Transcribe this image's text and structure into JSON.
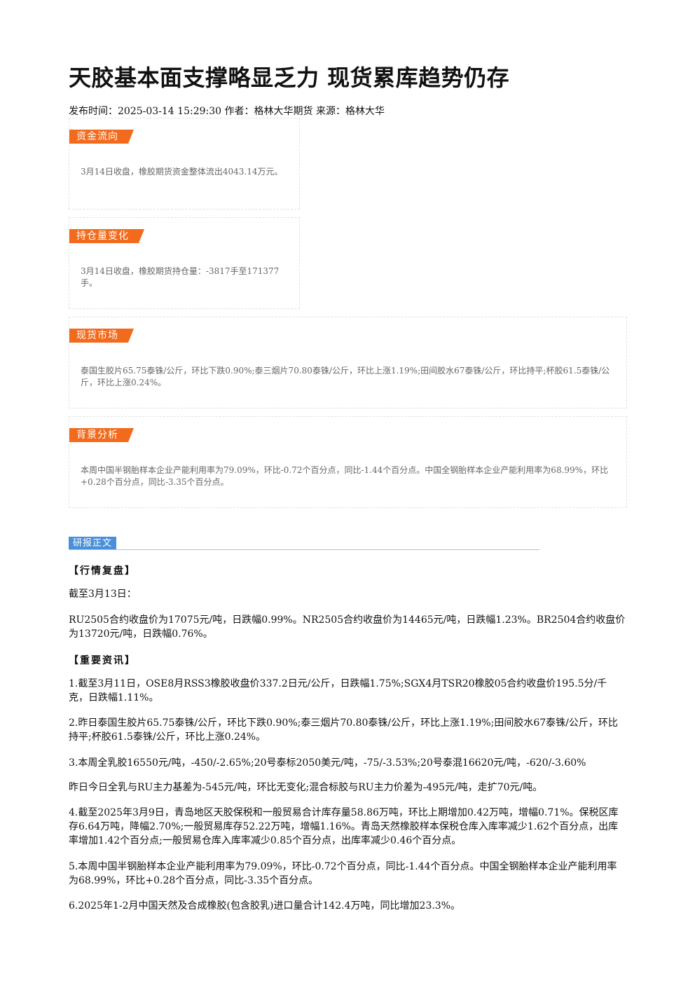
{
  "title": "天胶基本面支撑略显乏力 现货累库趋势仍存",
  "meta": "发布时间：2025-03-14 15:29:30 作者：格林大华期货 来源：格林大华",
  "cards": {
    "funds": {
      "tag": "资金流向",
      "text": "3月14日收盘，橡胶期货资金整体流出4043.14万元。"
    },
    "position": {
      "tag": "持仓量变化",
      "text": "3月14日收盘，橡胶期货持仓量：-3817手至171377手。"
    },
    "spot": {
      "tag": "现货市场",
      "text": "泰国生胶片65.75泰铢/公斤，环比下跌0.90%;泰三烟片70.80泰铢/公斤，环比上涨1.19%;田间胶水67泰铢/公斤，环比持平;杯胶61.5泰铢/公斤，环比上涨0.24%。"
    },
    "background": {
      "tag": "背景分析",
      "text": "本周中国半钢胎样本企业产能利用率为79.09%，环比-0.72个百分点，同比-1.44个百分点。中国全钢胎样本企业产能利用率为68.99%，环比+0.28个百分点，同比-3.35个百分点。"
    }
  },
  "section_label": "研报正文",
  "body": {
    "heading1": "【行情复盘】",
    "p_date": "截至3月13日：",
    "p_close": "RU2505合约收盘价为17075元/吨，日跌幅0.99%。NR2505合约收盘价为14465元/吨，日跌幅1.23%。BR2504合约收盘价为13720元/吨，日跌幅0.76%。",
    "heading2": "【重要资讯】",
    "p1": "1.截至3月11日，OSE8月RSS3橡胶收盘价337.2日元/公斤，日跌幅1.75%;SGX4月TSR20橡胶05合约收盘价195.5分/千克，日跌幅1.11%。",
    "p2": "2.昨日泰国生胶片65.75泰铢/公斤，环比下跌0.90%;泰三烟片70.80泰铢/公斤，环比上涨1.19%;田间胶水67泰铢/公斤，环比持平;杯胶61.5泰铢/公斤，环比上涨0.24%。",
    "p3": "3.本周全乳胶16550元/吨，-450/-2.65%;20号泰标2050美元/吨，-75/-3.53%;20号泰混16620元/吨，-620/-3.60%",
    "p3b": "昨日今日全乳与RU主力基差为-545元/吨，环比无变化;混合标胶与RU主力价差为-495元/吨，走扩70元/吨。",
    "p4": "4.截至2025年3月9日，青岛地区天胶保税和一般贸易合计库存量58.86万吨，环比上期增加0.42万吨，增幅0.71%。保税区库存6.64万吨，降幅2.70%;一般贸易库存52.22万吨，增幅1.16%。青岛天然橡胶样本保税仓库入库率减少1.62个百分点，出库率增加1.42个百分点;一般贸易仓库入库率减少0.85个百分点，出库率减少0.46个百分点。",
    "p5": "5.本周中国半钢胎样本企业产能利用率为79.09%，环比-0.72个百分点，同比-1.44个百分点。中国全钢胎样本企业产能利用率为68.99%，环比+0.28个百分点，同比-3.35个百分点。",
    "p6": "6.2025年1-2月中国天然及合成橡胶(包含胶乳)进口量合计142.4万吨，同比增加23.3%。"
  }
}
